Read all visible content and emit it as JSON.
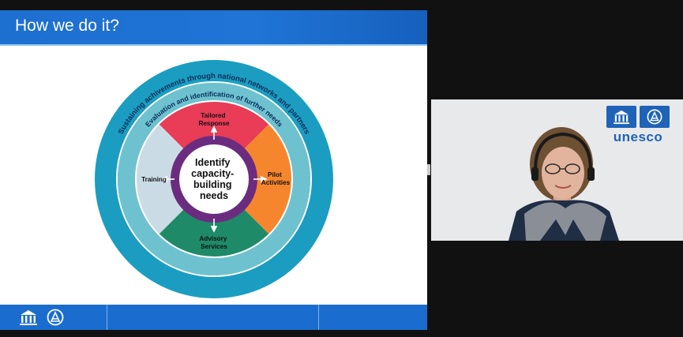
{
  "slide": {
    "title": "How we do it?",
    "outer_ring_text": "Sustaining achivements through national networks and partners",
    "inner_ring_text": "Evaluation and identification of further needs",
    "center_text": [
      "Identify",
      "capacity-",
      "building",
      "needs"
    ],
    "segments": {
      "top": [
        "Tailored",
        "Response"
      ],
      "right": [
        "Pilot",
        "Activities"
      ],
      "bottom": [
        "Advisory",
        "Services"
      ],
      "left": [
        "Training"
      ]
    }
  },
  "video": {
    "logo_text": "unesco"
  },
  "colors": {
    "header": "#1f74d6",
    "outer_ring": "#1b9dc1",
    "inner_ring": "#6ec2cf",
    "top_segment": "#e83c57",
    "right_segment": "#f6862d",
    "bottom_segment": "#1f8a67",
    "left_segment": "#cbdbe6",
    "center_ring": "#6b2c80",
    "unesco_blue": "#1e63b7"
  }
}
